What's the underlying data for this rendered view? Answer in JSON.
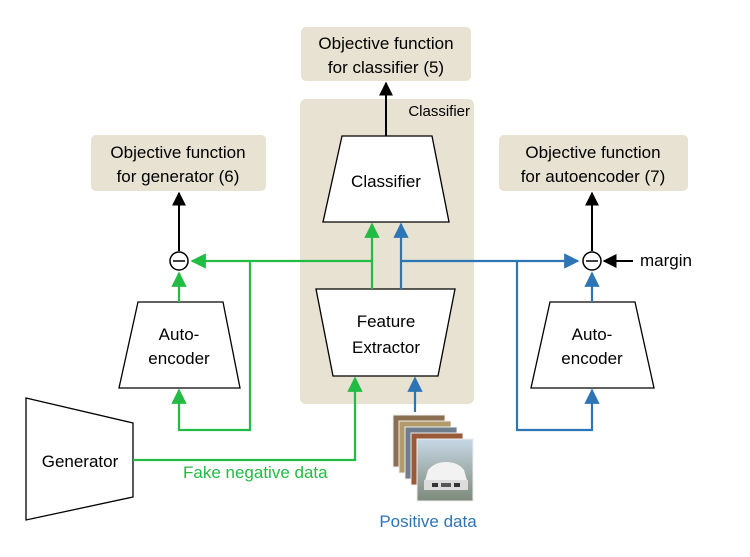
{
  "objectives": {
    "classifier": [
      "Objective function",
      "for classifier (5)"
    ],
    "generator": [
      "Objective function",
      "for generator (6)"
    ],
    "autoencoder": [
      "Objective function",
      "for autoencoder (7)"
    ]
  },
  "classifier_region_label": "Classifier",
  "blocks": {
    "classifier": [
      "Classifier"
    ],
    "feature_extractor": [
      "Feature",
      "Extractor"
    ],
    "autoencoder_left": [
      "Auto-",
      "encoder"
    ],
    "autoencoder_right": [
      "Auto-",
      "encoder"
    ],
    "generator": [
      "Generator"
    ]
  },
  "labels": {
    "margin": "margin",
    "fake_negative_data": "Fake negative data",
    "positive_data": "Positive data"
  },
  "colors": {
    "green": "#22bb44",
    "blue": "#2e75b6",
    "black": "#000000",
    "panel": "#e8e2d2"
  },
  "icons": {
    "subtract": "minus-circle-icon",
    "images": "image-stack-icon"
  }
}
